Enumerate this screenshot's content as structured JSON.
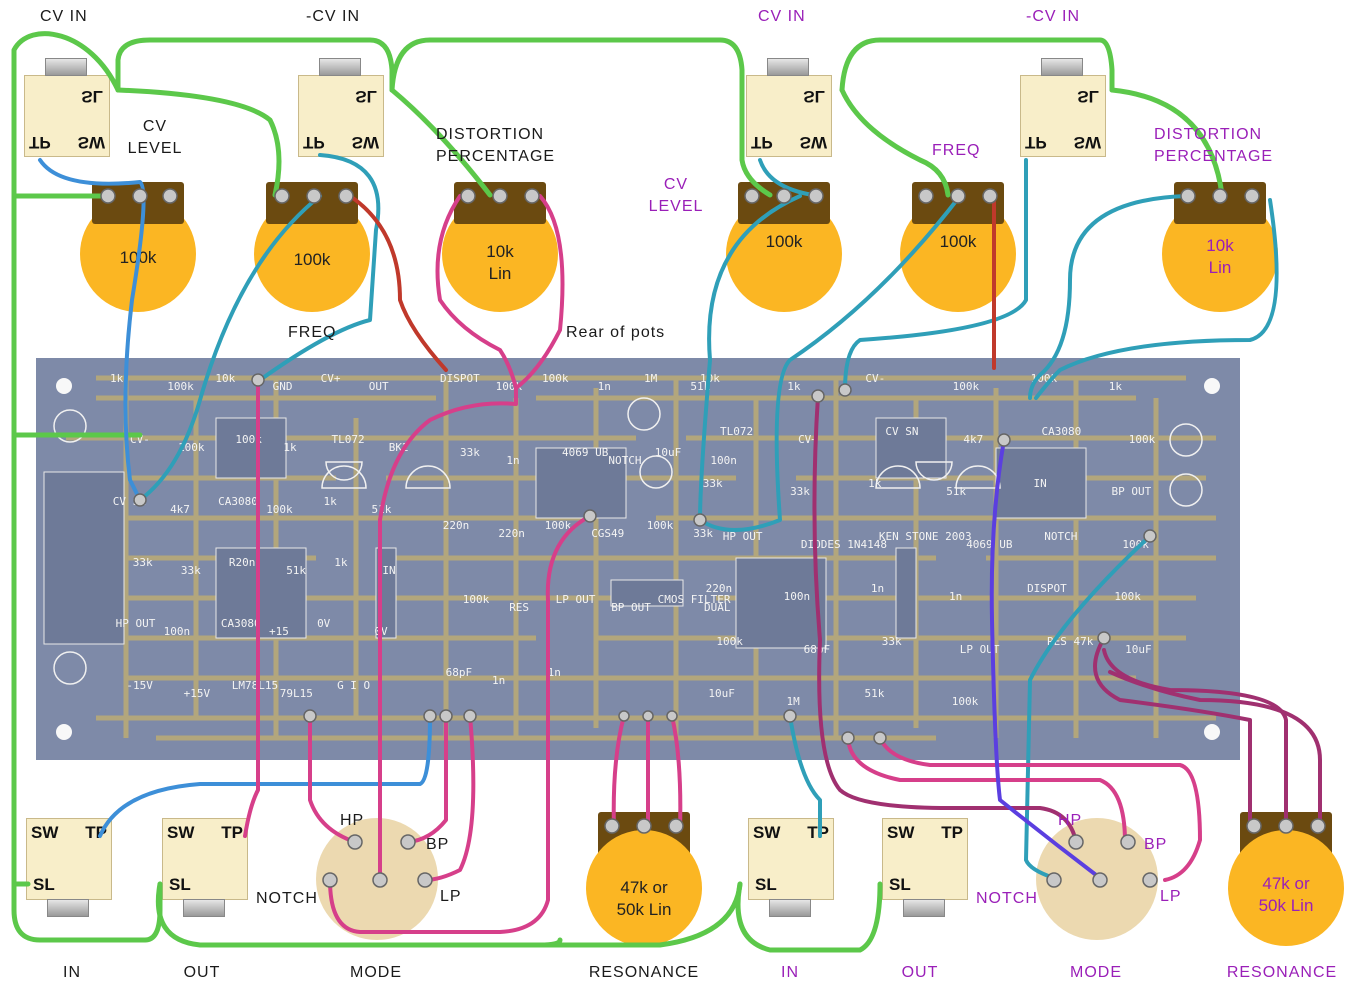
{
  "left": {
    "cv_in": "CV IN",
    "neg_cv_in": "-CV IN",
    "cv_level": [
      "CV",
      "LEVEL"
    ],
    "distortion": [
      "DISTORTION",
      "PERCENTAGE"
    ],
    "freq": "FREQ",
    "rear_of_pots": "Rear of pots",
    "pot_cv": "100k",
    "pot_freq": "100k",
    "pot_dist": [
      "10k",
      "Lin"
    ],
    "pot_res": [
      "47k or",
      "50k Lin"
    ],
    "jack_tags": {
      "tp": "TP",
      "sw": "SW",
      "sl": "SL"
    },
    "mode_hp": "HP",
    "mode_bp": "BP",
    "mode_lp": "LP",
    "mode_notch": "NOTCH",
    "bottom": {
      "in": "IN",
      "out": "OUT",
      "mode": "MODE",
      "resonance": "RESONANCE"
    }
  },
  "right": {
    "cv_in": "CV IN",
    "neg_cv_in": "-CV IN",
    "cv_level": [
      "CV",
      "LEVEL"
    ],
    "freq": "FREQ",
    "distortion": [
      "DISTORTION",
      "PERCENTAGE"
    ],
    "pot_cv": "100k",
    "pot_freq": "100k",
    "pot_dist": [
      "10k",
      "Lin"
    ],
    "pot_res": [
      "47k or",
      "50k Lin"
    ],
    "mode_hp": "HP",
    "mode_bp": "BP",
    "mode_lp": "LP",
    "mode_notch": "NOTCH",
    "bottom": {
      "in": "IN",
      "out": "OUT",
      "mode": "MODE",
      "resonance": "RESONANCE"
    }
  },
  "pcb": {
    "labels_left": [
      "1k",
      "100k",
      "10k",
      "GND",
      "CV+",
      "OUT",
      "CV-",
      "100k",
      "100k",
      "1k",
      "TL072",
      "BK2",
      "CV SN",
      "4k7",
      "CA3080",
      "100k",
      "1k",
      "51k",
      "33k",
      "33k",
      "R20n",
      "51k",
      "1k",
      "IN",
      "HP OUT",
      "100n",
      "CA3080",
      "+15",
      "0V",
      "0V",
      "-15V",
      "+15V",
      "LM78L15",
      "79L15",
      "G I O"
    ],
    "labels_mid": [
      "DISPOT",
      "100k",
      "100k",
      "1n",
      "1M",
      "51k",
      "33k",
      "1n",
      "4069 UB",
      "NOTCH",
      "10uF",
      "100n",
      "220n",
      "220n",
      "100k",
      "CGS49",
      "100k",
      "33k",
      "100k",
      "RES",
      "LP OUT",
      "BP OUT",
      "CMOS FILTER",
      "DUAL",
      "68pF",
      "1n",
      "1n"
    ],
    "labels_right": [
      "10k",
      "1k",
      "CV-",
      "100k",
      "100k",
      "1k",
      "TL072",
      "CV+",
      "CV SN",
      "4k7",
      "CA3080",
      "100k",
      "33k",
      "33k",
      "1k",
      "51k",
      "IN",
      "BP OUT",
      "HP OUT",
      "DIODES 1N4148",
      "KEN STONE 2003",
      "4069 UB",
      "NOTCH",
      "100k",
      "220n",
      "100n",
      "1n",
      "1n",
      "DISPOT",
      "100k",
      "100k",
      "68pF",
      "33k",
      "LP OUT",
      "RES 47k",
      "10uF",
      "10uF",
      "1M",
      "51k",
      "100k"
    ]
  },
  "colors": {
    "wire_green": "#5cc84a",
    "wire_blue": "#3d8fd8",
    "wire_teal": "#2f9fb8",
    "wire_red": "#c0392b",
    "wire_pink": "#d63f8a",
    "wire_purple": "#a03070",
    "wire_violet": "#5b3fe0",
    "pcb_base": "#7e8aa8",
    "pcb_trace": "#b8aa78",
    "pot_knob": "#fbb623",
    "pot_body": "#6b4a10",
    "jack_body": "#f8eec9",
    "switch_body": "#ecd9b0",
    "label_purple": "#9a1fb8"
  }
}
